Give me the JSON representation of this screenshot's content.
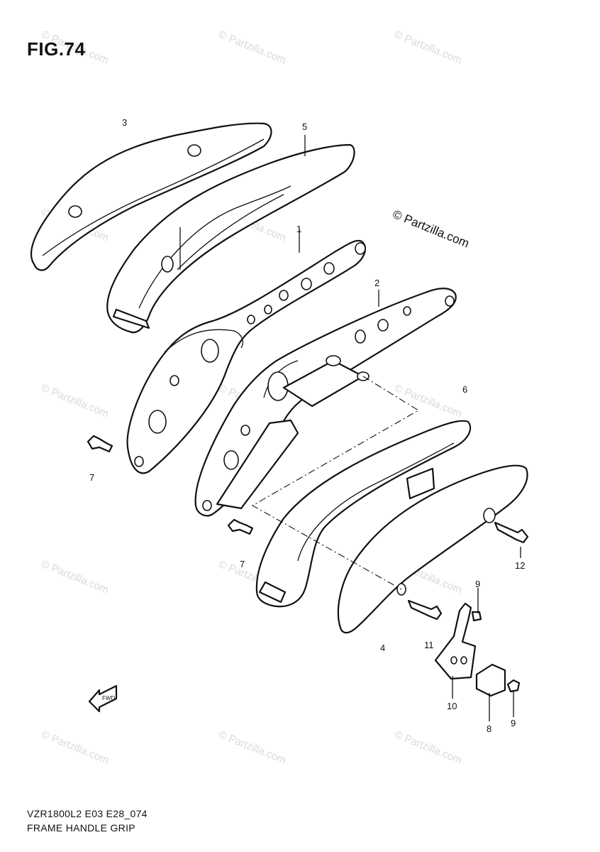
{
  "figure": {
    "title": "FIG.74",
    "model_code": "VZR1800L2 E03 E28_074",
    "caption": "FRAME HANDLE GRIP",
    "copyright": "© Partzilla.com",
    "watermark_text": "© Partzilla.com"
  },
  "callouts": [
    {
      "id": "c3",
      "label": "3"
    },
    {
      "id": "c5",
      "label": "5"
    },
    {
      "id": "c1",
      "label": "1"
    },
    {
      "id": "c2",
      "label": "2"
    },
    {
      "id": "c6",
      "label": "6"
    },
    {
      "id": "c7a",
      "label": "7"
    },
    {
      "id": "c7b",
      "label": "7"
    },
    {
      "id": "c12",
      "label": "12"
    },
    {
      "id": "c9a",
      "label": "9"
    },
    {
      "id": "c11",
      "label": "11"
    },
    {
      "id": "c4",
      "label": "4"
    },
    {
      "id": "c10",
      "label": "10"
    },
    {
      "id": "c8",
      "label": "8"
    },
    {
      "id": "c9b",
      "label": "9"
    }
  ],
  "direction_indicator": {
    "icon": "forward-arrow-icon",
    "label": "FWD"
  }
}
